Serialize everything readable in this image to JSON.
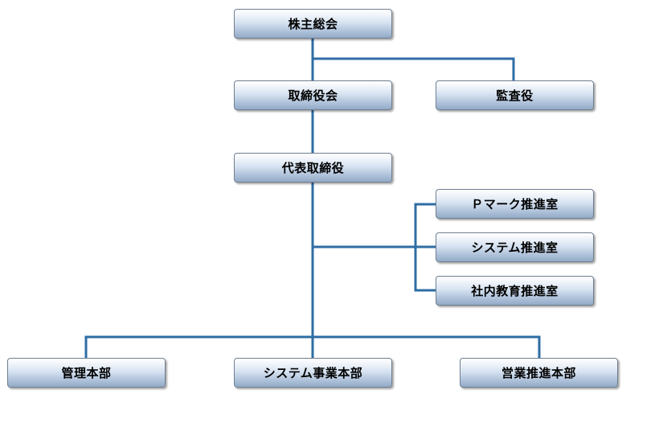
{
  "org_chart": {
    "shareholders_meeting": "株主総会",
    "board_of_directors": "取締役会",
    "auditor": "監査役",
    "representative_director": "代表取締役",
    "p_mark_office": "Ｐマーク推進室",
    "system_office": "システム推進室",
    "training_office": "社内教育推進室",
    "admin_division": "管理本部",
    "system_business_division": "システム事業本部",
    "sales_division": "営業推進本部"
  },
  "colors": {
    "connector": "#2e6da4",
    "box_border": "#6f7f91"
  }
}
